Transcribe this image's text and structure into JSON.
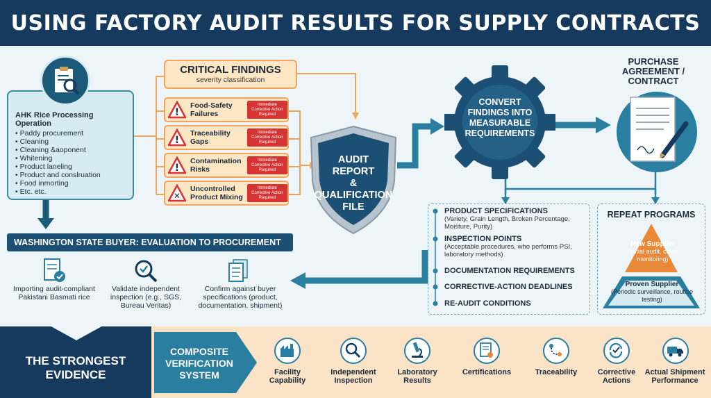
{
  "header": {
    "title": "USING FACTORY AUDIT RESULTS FOR SUPPLY CONTRACTS"
  },
  "operation": {
    "title": "AHK Rice Processing Operation",
    "items": [
      "Paddy procurement",
      "Cleaning",
      "Cleaning &aoponent",
      "Whitening",
      "Product laneling",
      "Product and conslruation",
      "Food inmorting",
      "Etc. etc."
    ]
  },
  "critical_findings": {
    "title": "CRITICAL FINDINGS",
    "subtitle": "severity classification",
    "items": [
      {
        "label": "Food-Safety Failures",
        "badge": "Immediate Corrective Action Required"
      },
      {
        "label": "Traceability Gaps",
        "badge": "Immediate Corrective Action Required"
      },
      {
        "label": "Contamination Risks",
        "badge": "Immediate Corrective Action Required"
      },
      {
        "label": "Uncontrolled Product Mixing",
        "badge": "Immediate Corrective Action Required"
      }
    ]
  },
  "audit_report": {
    "line1": "AUDIT",
    "line2": "REPORT",
    "line3": "&",
    "line4": "QUALIFICATION",
    "line5": "FILE"
  },
  "gear": {
    "text": "CONVERT FINDINGS INTO MEASURABLE REQUIREMENTS"
  },
  "contract": {
    "title": "PURCHASE AGREEMENT / CONTRACT"
  },
  "requirements": [
    {
      "heading": "PRODUCT SPECIFICATIONS",
      "detail": "(Variety, Grain Length, Broken Percentage, Moisture, Purity)"
    },
    {
      "heading": "INSPECTION POINTS",
      "detail": "(Acceptable procedures, who performs PSI, laboratory methods)"
    },
    {
      "heading": "DOCUMENTATION REQUIREMENTS",
      "detail": ""
    },
    {
      "heading": "CORRECTIVE-ACTION DEADLINES",
      "detail": ""
    },
    {
      "heading": "RE-AUDIT CONDITIONS",
      "detail": ""
    }
  ],
  "repeat_programs": {
    "title": "REPEAT PROGRAMS",
    "top": {
      "name": "New Supplier",
      "detail": "(Initial audit, close monitoring)"
    },
    "bottom": {
      "name": "Proven Supplier",
      "detail": "(Periodic surveillance, routine testing)"
    }
  },
  "washington": {
    "title": "WASHINGTON STATE BUYER: EVALUATION TO PROCUREMENT",
    "items": [
      {
        "label": "Importing audit-compliant Pakistani Basmati rice",
        "icon": "document-check-icon"
      },
      {
        "label": "Validate independent inspection (e.g., SGS, Bureau Veritas)",
        "icon": "magnifier-check-icon"
      },
      {
        "label": "Confirm against buyer specifications (product, documentation, shipment)",
        "icon": "documents-icon"
      }
    ]
  },
  "bottom": {
    "strongest_line1": "THE STRONGEST",
    "strongest_line2": "EVIDENCE",
    "composite_line1": "COMPOSITE",
    "composite_line2": "VERIFICATION",
    "composite_line3": "SYSTEM",
    "evidence": [
      {
        "line1": "Facility",
        "line2": "Capability",
        "icon": "factory-icon"
      },
      {
        "line1": "Independent",
        "line2": "Inspection",
        "icon": "magnifier-icon"
      },
      {
        "line1": "Laboratory",
        "line2": "Results",
        "icon": "microscope-icon"
      },
      {
        "line1": "Certifications",
        "line2": "",
        "icon": "certificate-icon"
      },
      {
        "line1": "Traceability",
        "line2": "",
        "icon": "traceability-icon"
      },
      {
        "line1": "Corrective",
        "line2": "Actions",
        "icon": "recycle-check-icon"
      },
      {
        "line1": "Actual Shipment",
        "line2": "Performance",
        "icon": "truck-icon"
      }
    ]
  },
  "colors": {
    "navy": "#163a5e",
    "teal": "#1b5a78",
    "orange": "#f0a45c",
    "red": "#d63333",
    "peach": "#fbe3c8"
  }
}
